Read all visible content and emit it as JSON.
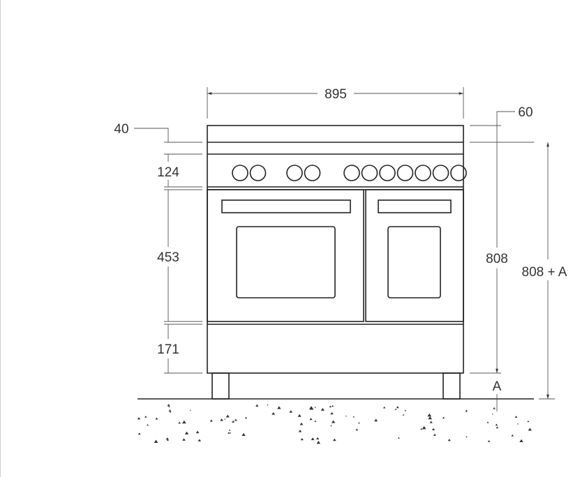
{
  "dimensions": {
    "width": "895",
    "top_depth": "40",
    "control_panel": "124",
    "oven_height": "453",
    "drawer_height": "171",
    "lid_offset": "60",
    "height": "808",
    "total_height": "808 + A",
    "feet": "A"
  },
  "knobs": {
    "group1": 2,
    "group2": 2,
    "group3": 7
  }
}
